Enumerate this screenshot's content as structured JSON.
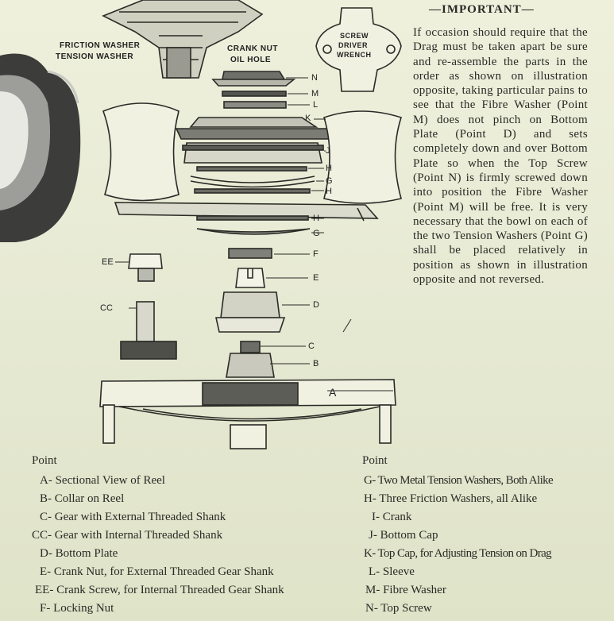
{
  "important": {
    "title": "—IMPORTANT—",
    "body": "If occasion should require that the Drag must be taken apart be sure and re-assemble the parts in the order as shown on illustration opposite, taking particular pains to see that the Fibre Washer (Point M) does not pinch on Bottom Plate (Point D) and sets completely down and over Bottom Plate so when the Top Screw (Point N) is firmly screwed down into position the Fibre Washer (Point M) will be free. It is very necessary that the bowl on each of the two Tension Washers (Point G) shall be placed relatively in position as shown in illustration opposite and not reversed."
  },
  "diagram_labels": {
    "friction_washer": "FRICTION WASHER",
    "tension_washer": "TENSION WASHER",
    "crank_nut": "CRANK NUT",
    "oil_hole": "OIL HOLE",
    "screw_driver_wrench": [
      "SCREW",
      "DRIVER",
      "WRENCH"
    ],
    "parts": [
      "N",
      "M",
      "L",
      "K",
      "J",
      "H",
      "G",
      "H",
      "H",
      "G",
      "F",
      "E",
      "EE",
      "CC",
      "D",
      "C",
      "B",
      "A"
    ]
  },
  "legend_left": {
    "heading": "Point",
    "items": [
      "A- Sectional View of Reel",
      "B- Collar on Reel",
      "C- Gear with External Threaded Shank",
      "CC- Gear with Internal Threaded Shank",
      "D- Bottom Plate",
      "E- Crank Nut, for External Threaded Gear Shank",
      "EE- Crank Screw, for Internal Threaded Gear Shank",
      "F- Locking Nut"
    ]
  },
  "legend_right": {
    "heading": "Point",
    "items": [
      "G- Two Metal Tension Washers, Both Alike",
      "H- Three Friction Washers, all Alike",
      "I- Crank",
      "J- Bottom Cap",
      "K- Top Cap, for Adjusting Tension on Drag",
      "L- Sleeve",
      "M- Fibre Washer",
      "N- Top Screw"
    ]
  },
  "colors": {
    "paper": "#e9ecd6",
    "ink": "#2a2a26",
    "metal": "#8e8f88"
  }
}
